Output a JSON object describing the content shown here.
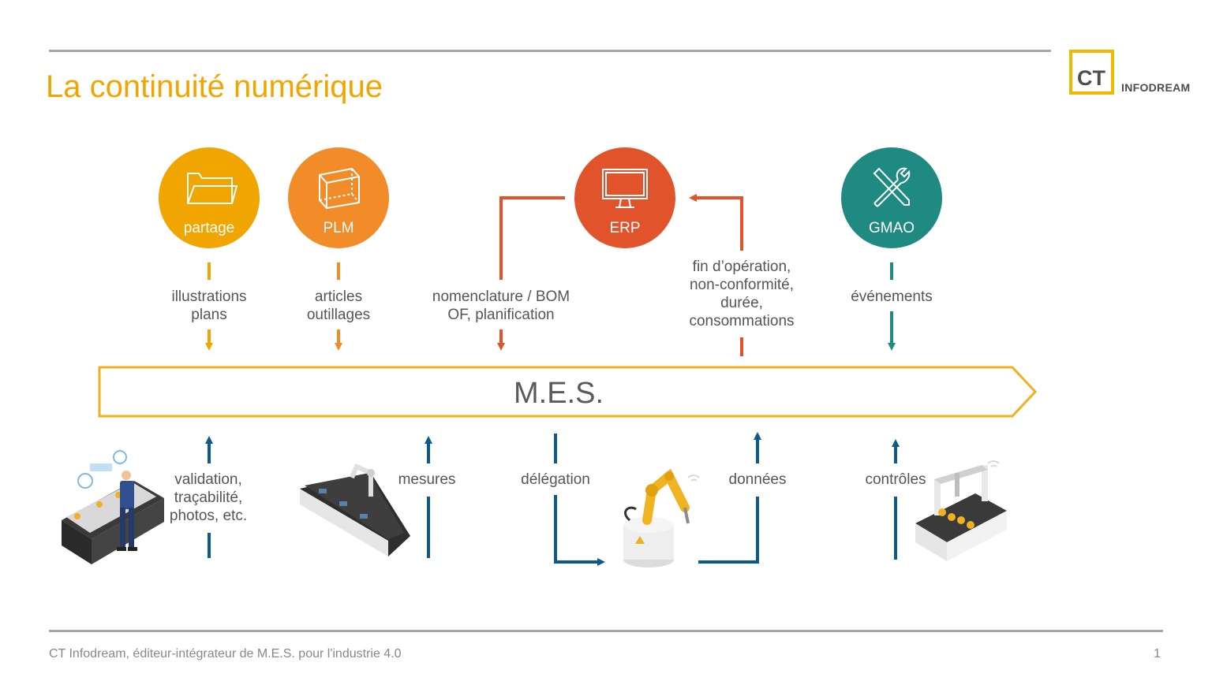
{
  "header": {
    "title": "La continuité numérique",
    "logo_letters": "CT",
    "logo_name": "INFODREAM"
  },
  "systems": [
    {
      "label": "partage",
      "icon": "folder-icon",
      "color": "#f0a500"
    },
    {
      "label": "PLM",
      "icon": "cube-icon",
      "color": "#f28c28"
    },
    {
      "label": "ERP",
      "icon": "monitor-icon",
      "color": "#e0532b"
    },
    {
      "label": "GMAO",
      "icon": "tools-icon",
      "color": "#1e8a82"
    }
  ],
  "flows_top": {
    "partage": [
      "illustrations",
      "plans"
    ],
    "plm": [
      "articles",
      "outillages"
    ],
    "erp_in": [
      "nomenclature / BOM",
      "OF, planification"
    ],
    "erp_out": [
      "fin d’opération,",
      "non-conformité,",
      "durée,",
      "consommations"
    ],
    "gmao": [
      "événements"
    ]
  },
  "mes_label": "M.E.S.",
  "flows_bottom": {
    "validation": [
      "validation,",
      "traçabilité,",
      "photos, etc."
    ],
    "mesures": [
      "mesures"
    ],
    "delegation": [
      "délégation"
    ],
    "donnees": [
      "données"
    ],
    "controles": [
      "contrôles"
    ]
  },
  "colors": {
    "accent_yellow": "#f0a500",
    "orange": "#f28c28",
    "red_orange": "#e0532b",
    "teal": "#1e8a82",
    "blue_arrow": "#0f5a8c",
    "mes_border": "#f0b020"
  },
  "footer": {
    "text": "CT Infodream, éditeur-intégrateur de M.E.S. pour l'industrie 4.0",
    "page_number": "1"
  }
}
